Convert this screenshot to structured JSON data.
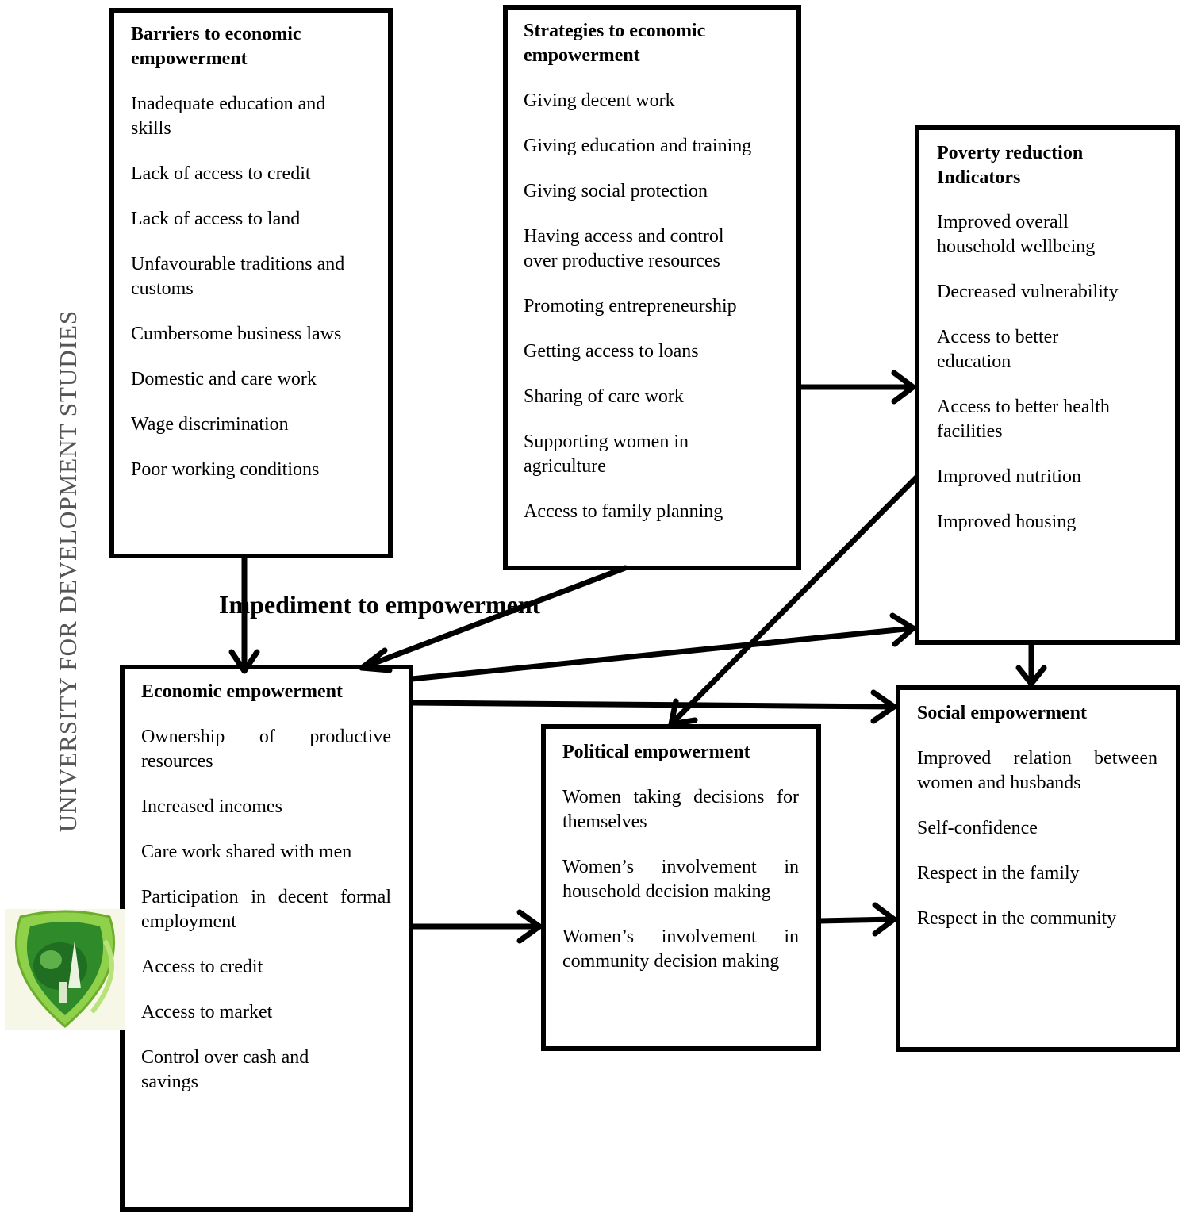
{
  "watermark": "UNIVERSITY FOR DEVELOPMENT STUDIES",
  "edge_label": "Impediment to empowerment",
  "boxes": {
    "barriers": {
      "title": "Barriers to economic\nempowerment",
      "items": [
        "Inadequate education and\nskills",
        "Lack of access to credit",
        "Lack of access to land",
        "Unfavourable traditions and\ncustoms",
        "Cumbersome business laws",
        "Domestic and care work",
        "Wage discrimination",
        "Poor working conditions"
      ]
    },
    "strategies": {
      "title": "Strategies to economic\nempowerment",
      "items": [
        "Giving decent work",
        "Giving education and training",
        "Giving social protection",
        "Having access and control\nover productive resources",
        "Promoting entrepreneurship",
        "Getting access to loans",
        "Sharing of care work",
        "Supporting women in\nagriculture",
        "Access to family planning"
      ]
    },
    "poverty": {
      "title": "Poverty reduction\nIndicators",
      "items": [
        "Improved overall\nhousehold wellbeing",
        "Decreased vulnerability",
        "Access to better\neducation",
        "Access to better health\nfacilities",
        "Improved nutrition",
        "Improved housing"
      ]
    },
    "economic": {
      "title": "Economic empowerment",
      "items": [
        "Ownership of productive resources",
        "Increased incomes",
        "Care work shared with men",
        "Participation in decent formal employment",
        "Access to credit",
        "Access to market",
        "Control over cash and\nsavings"
      ]
    },
    "political": {
      "title": "Political empowerment",
      "items": [
        "Women taking decisions for themselves",
        "Women’s involvement in household decision making",
        "Women’s involvement in community decision making"
      ]
    },
    "social": {
      "title": "Social empowerment",
      "items": [
        "Improved relation between women and husbands",
        "Self-confidence",
        "Respect in the family",
        "Respect in the community"
      ]
    }
  }
}
